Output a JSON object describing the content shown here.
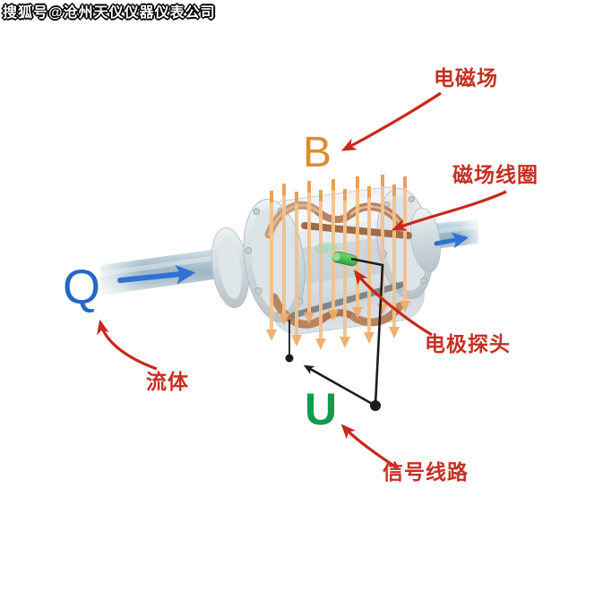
{
  "watermark": {
    "text": "搜狐号@沧州天仪仪器仪表公司"
  },
  "labels": {
    "electromagnetic_field": "电磁场",
    "magnetic_flux_symbol": "B",
    "magnetic_coil": "磁场线圈",
    "flow_symbol": "Q",
    "fluid": "流体",
    "electrode_probe": "电极探头",
    "voltage_symbol": "U",
    "signal_line": "信号线路"
  },
  "colors": {
    "annotation_red": "#c53022",
    "symbol_orange": "#e08c2e",
    "symbol_blue": "#2468c4",
    "symbol_green": "#169a4f",
    "field_line_orange": "#f4c28c",
    "coil_copper": "#b8835f",
    "wire_black": "#1c1c1c",
    "flow_arrow_blue": "#2f72d4",
    "pipe_steel": "#9db7c4"
  }
}
